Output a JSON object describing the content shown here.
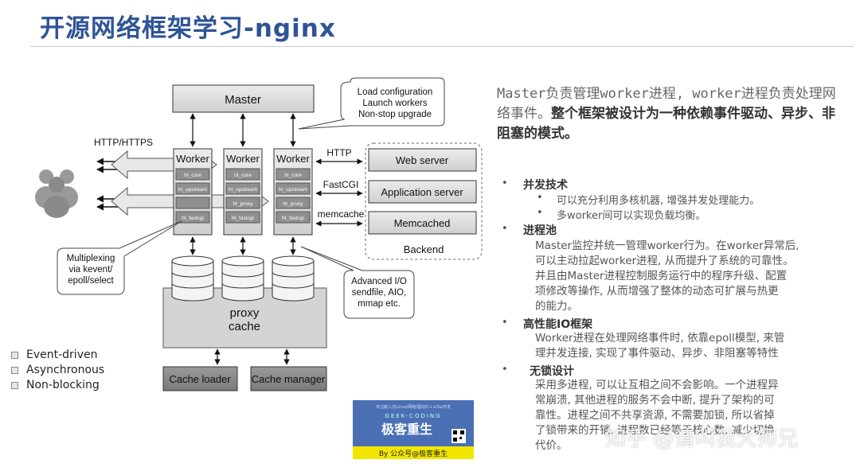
{
  "page": {
    "title": "开源网络框架学习-nginx"
  },
  "diagram": {
    "master": "Master",
    "callout_master": [
      "Load configuration",
      "Launch workers",
      "Non-stop upgrade"
    ],
    "http_https": "HTTP/HTTPS",
    "workers": [
      {
        "label": "Worker",
        "modules": [
          "ht_core",
          "ht_upstream",
          "",
          "ht_fastcgi"
        ]
      },
      {
        "label": "Worker",
        "modules": [
          "ht_core",
          "ht_upstream",
          "ht_proxy",
          "ht_fastcgi"
        ]
      },
      {
        "label": "Worker",
        "modules": [
          "ht_core",
          "ht_upstream",
          "ht_proxy",
          "ht_fastcgi"
        ]
      }
    ],
    "protocols": [
      "HTTP",
      "FastCGI",
      "memcache"
    ],
    "backend_items": [
      "Web server",
      "Application server",
      "Memcached"
    ],
    "backend_label": "Backend",
    "callout_mux": [
      "Multiplexing",
      "via kevent/",
      "epoll/select"
    ],
    "callout_io": [
      "Advanced I/O",
      "sendfile, AIO,",
      "mmap etc."
    ],
    "proxy_cache": [
      "proxy",
      "cache"
    ],
    "cache_loader": "Cache loader",
    "cache_manager": "Cache manager"
  },
  "legend": [
    "Event-driven",
    "Asynchronous",
    "Non-blocking"
  ],
  "intro": {
    "plain": "Master负责管理worker进程, worker进程负责处理网络事件。",
    "bold": "整个框架被设计为一种依赖事件驱动、异步、非阻塞的模式。"
  },
  "sections": [
    {
      "title": "并发技术",
      "bullets": [
        "可以充分利用多核机器, 增强并发处理能力。",
        "多worker间可以实现负载均衡。"
      ]
    },
    {
      "title": "进程池",
      "text": [
        "Master监控并统一管理worker行为。在worker异常后,",
        "可以主动拉起worker进程, 从而提升了系统的可靠性。",
        "并且由Master进程控制服务运行中的程序升级、配置",
        "项修改等操作, 从而增强了整体的动态可扩展与热更",
        "的能力。"
      ]
    },
    {
      "title": "高性能IO框架",
      "text": [
        "Worker进程在处理网络事件时, 依靠epoll模型, 来管",
        "理并发连接, 实现了事件驱动、异步、非阻塞等特性"
      ]
    },
    {
      "title": "无锁设计",
      "text": [
        "采用多进程, 可以让互相之间不会影响。一个进程异",
        "常崩溃, 其他进程的服务不会中断, 提升了架构的可",
        "靠性。进程之间不共享资源, 不需要加锁, 所以省掉",
        "了锁带来的开销, 进程数已经等于核心数, 减少切换",
        "代价。"
      ]
    }
  ],
  "badge": {
    "top_text": "专注嵌入式Linux/网络/驱动/C++/Go开发",
    "brand_en": "GEEK-CODING",
    "brand_cn": "极客重生",
    "footer": "By 公众号@极客重生"
  },
  "watermark": "知乎 @请叫我大师兄"
}
